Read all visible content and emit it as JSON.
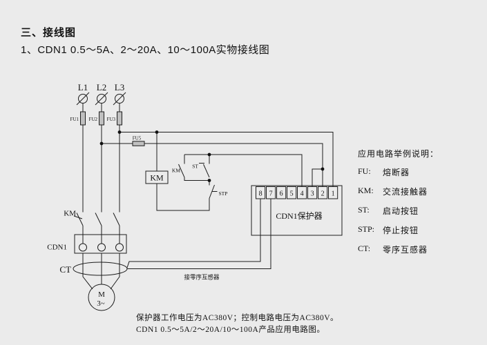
{
  "colors": {
    "background": "#ebebeb",
    "ink": "#1c1c1c",
    "fuse_fill": "#bfbfbf"
  },
  "titles": {
    "section": "三、接线图",
    "subtitle": "1、CDN1 0.5～5A、2～20A、10～100A实物接线图"
  },
  "diagram": {
    "phases": [
      "L1",
      "L2",
      "L3"
    ],
    "fuses": [
      "FU1",
      "FU2",
      "FU3"
    ],
    "control_fuse": "FU5",
    "aux_contact_label": "KM",
    "start_label": "ST",
    "stop_label": "STP",
    "coil_label": "KM",
    "main_contact_label": "KM",
    "breaker_label": "CDN1",
    "ct_label": "CT",
    "motor_label": "M",
    "motor_phase": "3~",
    "terminals": [
      "8",
      "7",
      "6",
      "5",
      "4",
      "3",
      "2",
      "1"
    ],
    "protector_label": "CDN1保护器",
    "ct_note": "接零序互感器"
  },
  "legend": {
    "title": "应用电路举例说明：",
    "items": [
      {
        "key": "FU:",
        "value": "熔断器"
      },
      {
        "key": "KM:",
        "value": "交流接触器"
      },
      {
        "key": "ST:",
        "value": "启动按钮"
      },
      {
        "key": "STP:",
        "value": "停止按钮"
      },
      {
        "key": "CT:",
        "value": "零序互感器"
      }
    ]
  },
  "footer": {
    "line1": "保护器工作电压为AC380V；控制电路电压为AC380V。",
    "line2": "CDN1  0.5～5A/2～20A/10～100A产品应用电路图。"
  }
}
